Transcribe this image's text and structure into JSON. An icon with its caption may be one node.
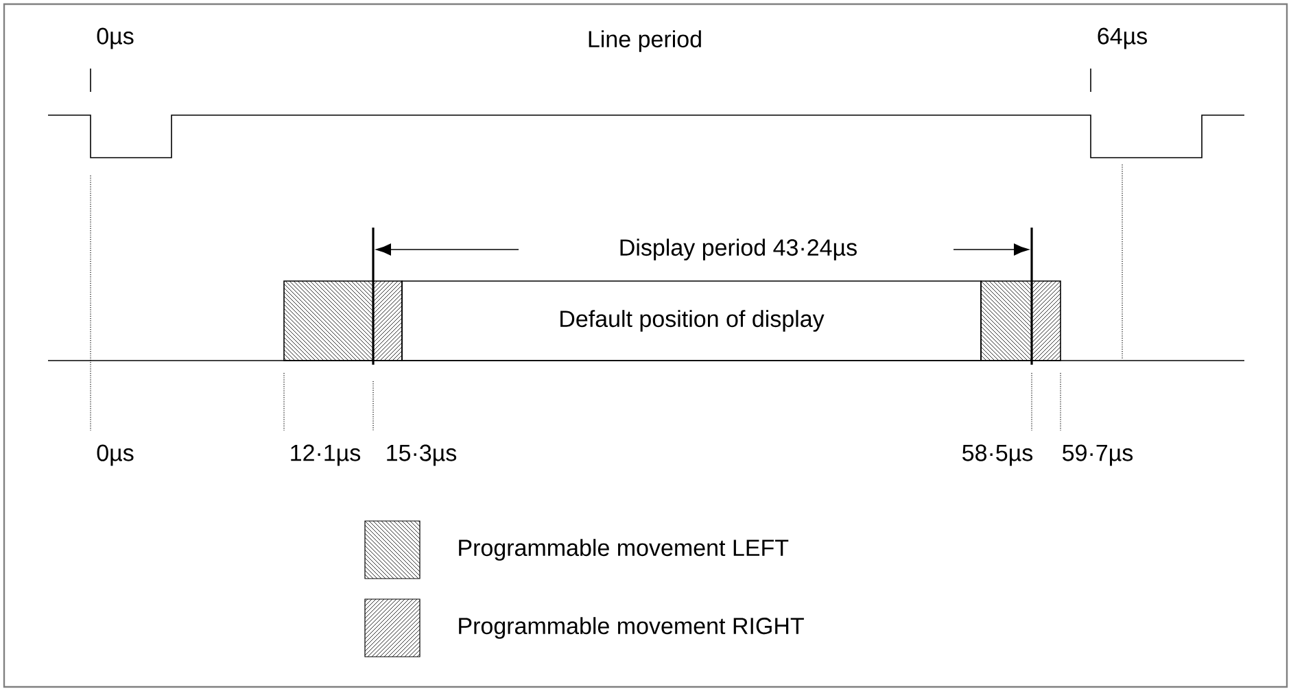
{
  "diagram": {
    "nodes": [
      {
        "text": [],
        "shape": "box"
      },
      {
        "text": [],
        "shape": "box"
      },
      {
        "text": [
          "Default position of display"
        ]
      },
      {
        "text": [],
        "shape": "box"
      },
      {
        "text": [],
        "shape": "box"
      }
    ],
    "labels": [
      "0µs",
      "Line period",
      "64µs",
      "Display period 43·24µs",
      "0µs",
      "12·1µs",
      "15·3µs",
      "58·5µs",
      "59·7µs"
    ],
    "legend": [
      {
        "text": "Programmable movement LEFT"
      },
      {
        "text": "Programmable movement RIGHT"
      }
    ]
  }
}
